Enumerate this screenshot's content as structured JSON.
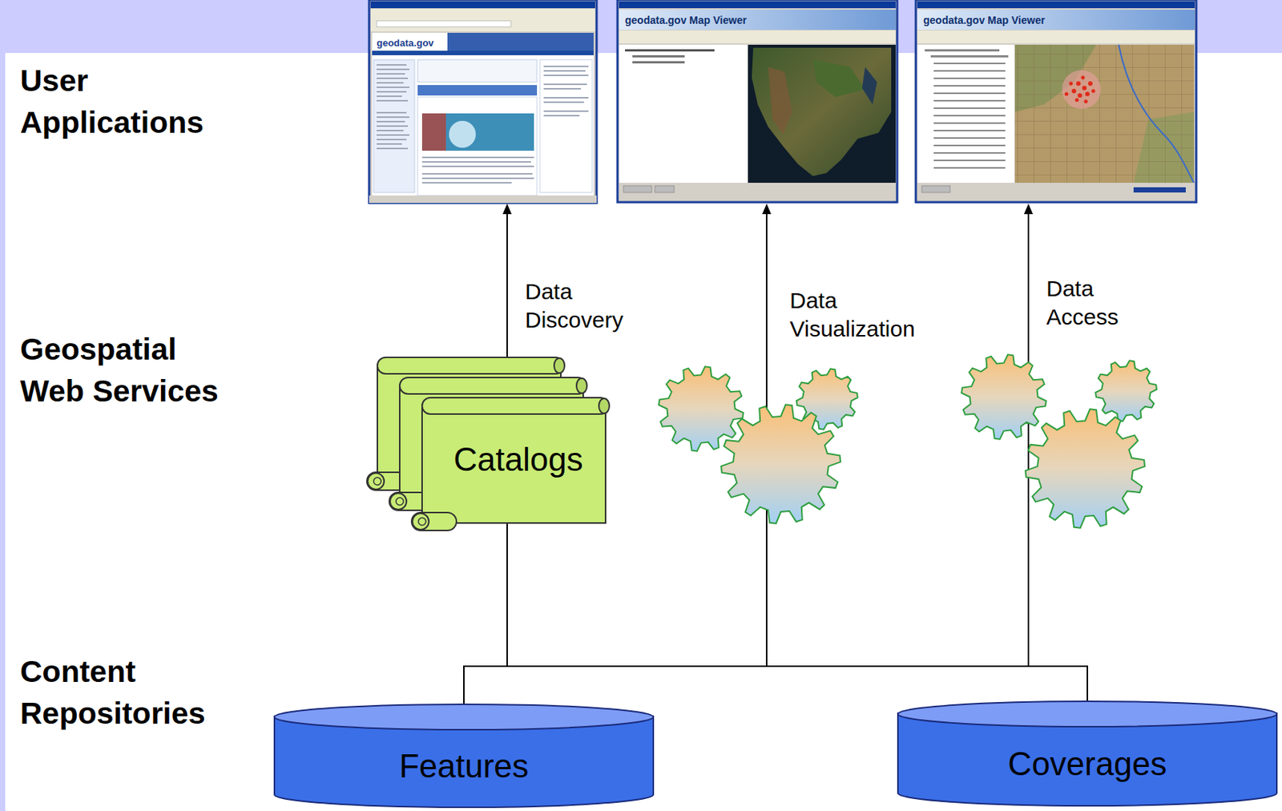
{
  "diagram": {
    "nodes": [
      {
        "text": [
          "Catalogs"
        ]
      },
      {
        "text": [
          "Features"
        ]
      },
      {
        "text": [
          "Coverages"
        ]
      }
    ],
    "edges": [
      {
        "from": 1,
        "to": 0,
        "arrow": "none"
      },
      {
        "from": 2,
        "to": 0,
        "arrow": "none"
      }
    ],
    "labels": [
      "User Applications",
      "Geospatial Web Services",
      "Content Repositories",
      "geodata.gov",
      "geodata.gov Map Viewer",
      "geodata.gov Map Viewer",
      "Data Discovery",
      "Data Visualization",
      "Data Access"
    ]
  }
}
